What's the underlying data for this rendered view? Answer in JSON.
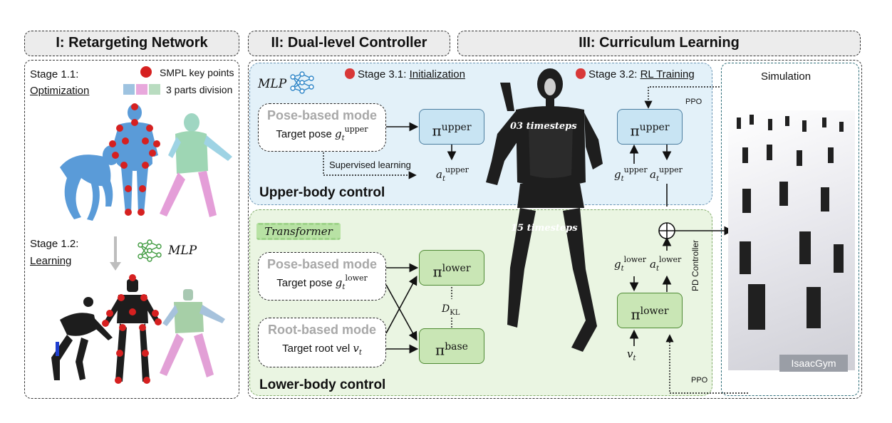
{
  "sections": {
    "s1": "I: Retargeting Network",
    "s2": "II: Dual-level Controller",
    "s3": "III: Curriculum Learning"
  },
  "retarget": {
    "stage11": "Stage 1.1:",
    "stage11_sub": "Optimization",
    "legend_smpl": "SMPL key points",
    "legend_parts": "3 parts division",
    "stage12": "Stage 1.2:",
    "stage12_sub": "Learning",
    "mlp": "MLP"
  },
  "controller": {
    "mlp": "MLP",
    "stage31": "Stage 3.1: ",
    "stage31_sub": "Initialization",
    "stage32": "Stage 3.2: ",
    "stage32_sub": "RL Training",
    "upper_mode_title": "Pose-based mode",
    "upper_mode_text": "Target pose",
    "upper_label": "Upper-body control",
    "supervised": "Supervised learning",
    "ppo_top": "PPO",
    "ppo_bottom": "PPO",
    "timesteps_upper": "03 timesteps",
    "timesteps_lower": "15 timesteps",
    "transformer": "Transformer",
    "lower_pose_title": "Pose-based mode",
    "lower_pose_text": "Target pose",
    "lower_root_title": "Root-based mode",
    "lower_root_text": "Target root vel",
    "lower_label": "Lower-body control",
    "pd": "PD Controller",
    "dkl": "D",
    "dkl_sub": "KL"
  },
  "math": {
    "pi": "π",
    "upper": "upper",
    "lower": "lower",
    "base": "base",
    "g": "g",
    "a": "a",
    "v": "v",
    "t": "t"
  },
  "simulation": {
    "title": "Simulation",
    "engine": "IsaacGym"
  },
  "colors": {
    "upper_bg": "#e3f1f9",
    "lower_bg": "#eaf5e2",
    "smpl_point": "#d62020",
    "humanoid": "#222222"
  }
}
